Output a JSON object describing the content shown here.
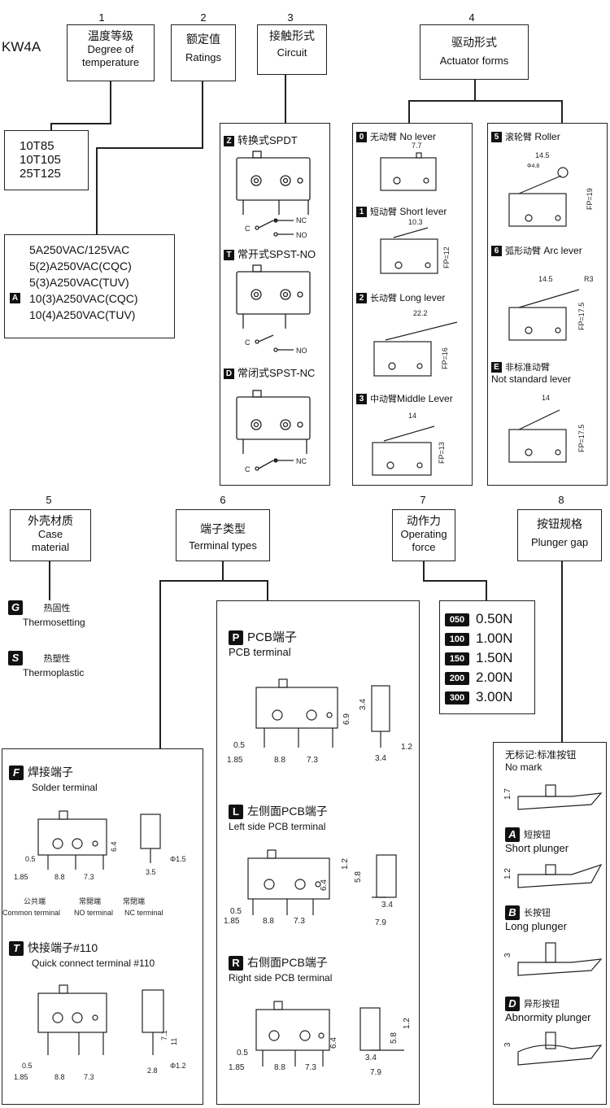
{
  "model": "KW4A",
  "sections": [
    {
      "num": "1",
      "cn": "温度等级",
      "en": "Degree of temperature"
    },
    {
      "num": "2",
      "cn": "额定值",
      "en": "Ratings"
    },
    {
      "num": "3",
      "cn": "接触形式",
      "en": "Circuit"
    },
    {
      "num": "4",
      "cn": "驱动形式",
      "en": "Actuator forms"
    },
    {
      "num": "5",
      "cn": "外壳材质",
      "en": "Case material"
    },
    {
      "num": "6",
      "cn": "端子类型",
      "en": "Terminal types"
    },
    {
      "num": "7",
      "cn": "动作力",
      "en": "Operating force"
    },
    {
      "num": "8",
      "cn": "按钮规格",
      "en": "Plunger gap"
    }
  ],
  "temperature": [
    "10T85",
    "10T105",
    "25T125"
  ],
  "ratings": {
    "lines": [
      "5A250VAC/125VAC",
      "5(2)A250VAC(CQC)",
      "5(3)A250VAC(TUV)",
      "10(3)A250VAC(CQC)",
      "10(4)A250VAC(TUV)"
    ],
    "tag": "A"
  },
  "circuit": [
    {
      "tag": "Z",
      "label": "转换式SPDT",
      "nc": "NC",
      "no": "NO",
      "c": "C"
    },
    {
      "tag": "T",
      "label": "常开式SPST-NO",
      "no": "NO",
      "c": "C"
    },
    {
      "tag": "D",
      "label": "常闭式SPST-NC",
      "nc": "NC",
      "c": "C"
    }
  ],
  "actuator_left": [
    {
      "tag": "0",
      "cn": "无动臂",
      "en": "No lever",
      "dim": "7.7"
    },
    {
      "tag": "1",
      "cn": "短动臂",
      "en": "Short lever",
      "dim": "10.3",
      "fp": "FP=12"
    },
    {
      "tag": "2",
      "cn": "长动臂",
      "en": "Long lever",
      "dim": "22.2",
      "fp": "FP=16"
    },
    {
      "tag": "3",
      "cn": "中动臂",
      "en": "Middle Lever",
      "dim": "14",
      "fp": "FP=13"
    }
  ],
  "actuator_right": [
    {
      "tag": "5",
      "cn": "滚轮臂",
      "en": "Roller",
      "dim": "14.5",
      "dia": "Φ4.8",
      "fp": "FP=19"
    },
    {
      "tag": "6",
      "cn": "弧形动臂",
      "en": "Arc lever",
      "dim": "14.5",
      "r": "R3",
      "fp": "FP=17.5"
    },
    {
      "tag": "E",
      "cn": "非标准动臂",
      "en": "Not standard lever",
      "dim": "14",
      "fp": "FP=17.5"
    }
  ],
  "case": [
    {
      "tag": "G",
      "cn": "热固性",
      "en": "Thermosetting"
    },
    {
      "tag": "S",
      "cn": "热塑性",
      "en": "Thermoplastic"
    }
  ],
  "terminals": [
    {
      "tag": "P",
      "cn": "PCB端子",
      "en": "PCB terminal",
      "dims": [
        "0.5",
        "1.85",
        "8.8",
        "7.3",
        "6.9",
        "3.4",
        "1.2",
        "3.4"
      ]
    },
    {
      "tag": "L",
      "cn": "左侧面PCB端子",
      "en": "Left side PCB terminal",
      "dims": [
        "0.5",
        "1.85",
        "8.8",
        "7.3",
        "6.4",
        "1.2",
        "5.8",
        "3.4",
        "7.9"
      ]
    },
    {
      "tag": "R",
      "cn": "右侧面PCB端子",
      "en": "Right side PCB terminal",
      "dims": [
        "0.5",
        "1.85",
        "8.8",
        "7.3",
        "6.4",
        "1.2",
        "5.8",
        "3.4",
        "7.9"
      ]
    },
    {
      "tag": "F",
      "cn": "焊接端子",
      "en": "Solder terminal",
      "dims": [
        "0.5",
        "1.85",
        "8.8",
        "7.3",
        "6.4",
        "Φ1.5",
        "3.5"
      ],
      "common_cn": "公共端",
      "no_cn": "常開端",
      "nc_cn": "常閉端",
      "common_en": "Common terminal",
      "no_en": "NO terminal",
      "nc_en": "NC terminal"
    },
    {
      "tag": "T",
      "cn": "快接端子#110",
      "en": "Quick connect terminal #110",
      "dims": [
        "0.5",
        "1.85",
        "8.8",
        "7.3",
        "7.1",
        "11",
        "Φ1.2",
        "2.8"
      ]
    }
  ],
  "force": [
    {
      "code": "050",
      "value": "0.50N"
    },
    {
      "code": "100",
      "value": "1.00N"
    },
    {
      "code": "150",
      "value": "1.50N"
    },
    {
      "code": "200",
      "value": "2.00N"
    },
    {
      "code": "300",
      "value": "3.00N"
    }
  ],
  "plunger": [
    {
      "tag": "",
      "cn": "无标记:标准按钮",
      "en": "No mark",
      "dim": "1.7"
    },
    {
      "tag": "A",
      "cn": "短按钮",
      "en": "Short plunger",
      "dim": "1.2"
    },
    {
      "tag": "B",
      "cn": "长按钮",
      "en": "Long plunger",
      "dim": "3"
    },
    {
      "tag": "D",
      "cn": "异形按钮",
      "en": "Abnormity plunger",
      "dim": "3"
    }
  ]
}
